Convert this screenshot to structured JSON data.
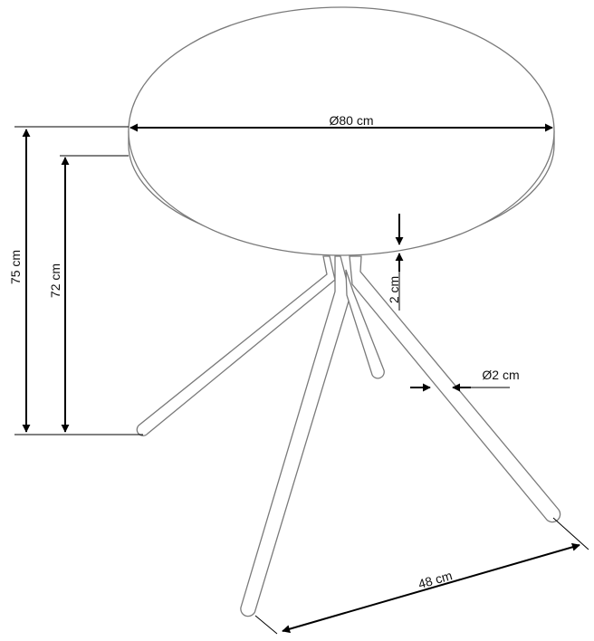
{
  "dimensions": {
    "top_diameter": "Ø80 cm",
    "total_height": "75 cm",
    "leg_height": "72 cm",
    "top_thickness": "2 cm",
    "leg_diameter": "Ø2 cm",
    "leg_span": "48 cm"
  },
  "colors": {
    "outline": "#7a7a7a",
    "dimension_line": "#000000",
    "background": "#ffffff"
  }
}
